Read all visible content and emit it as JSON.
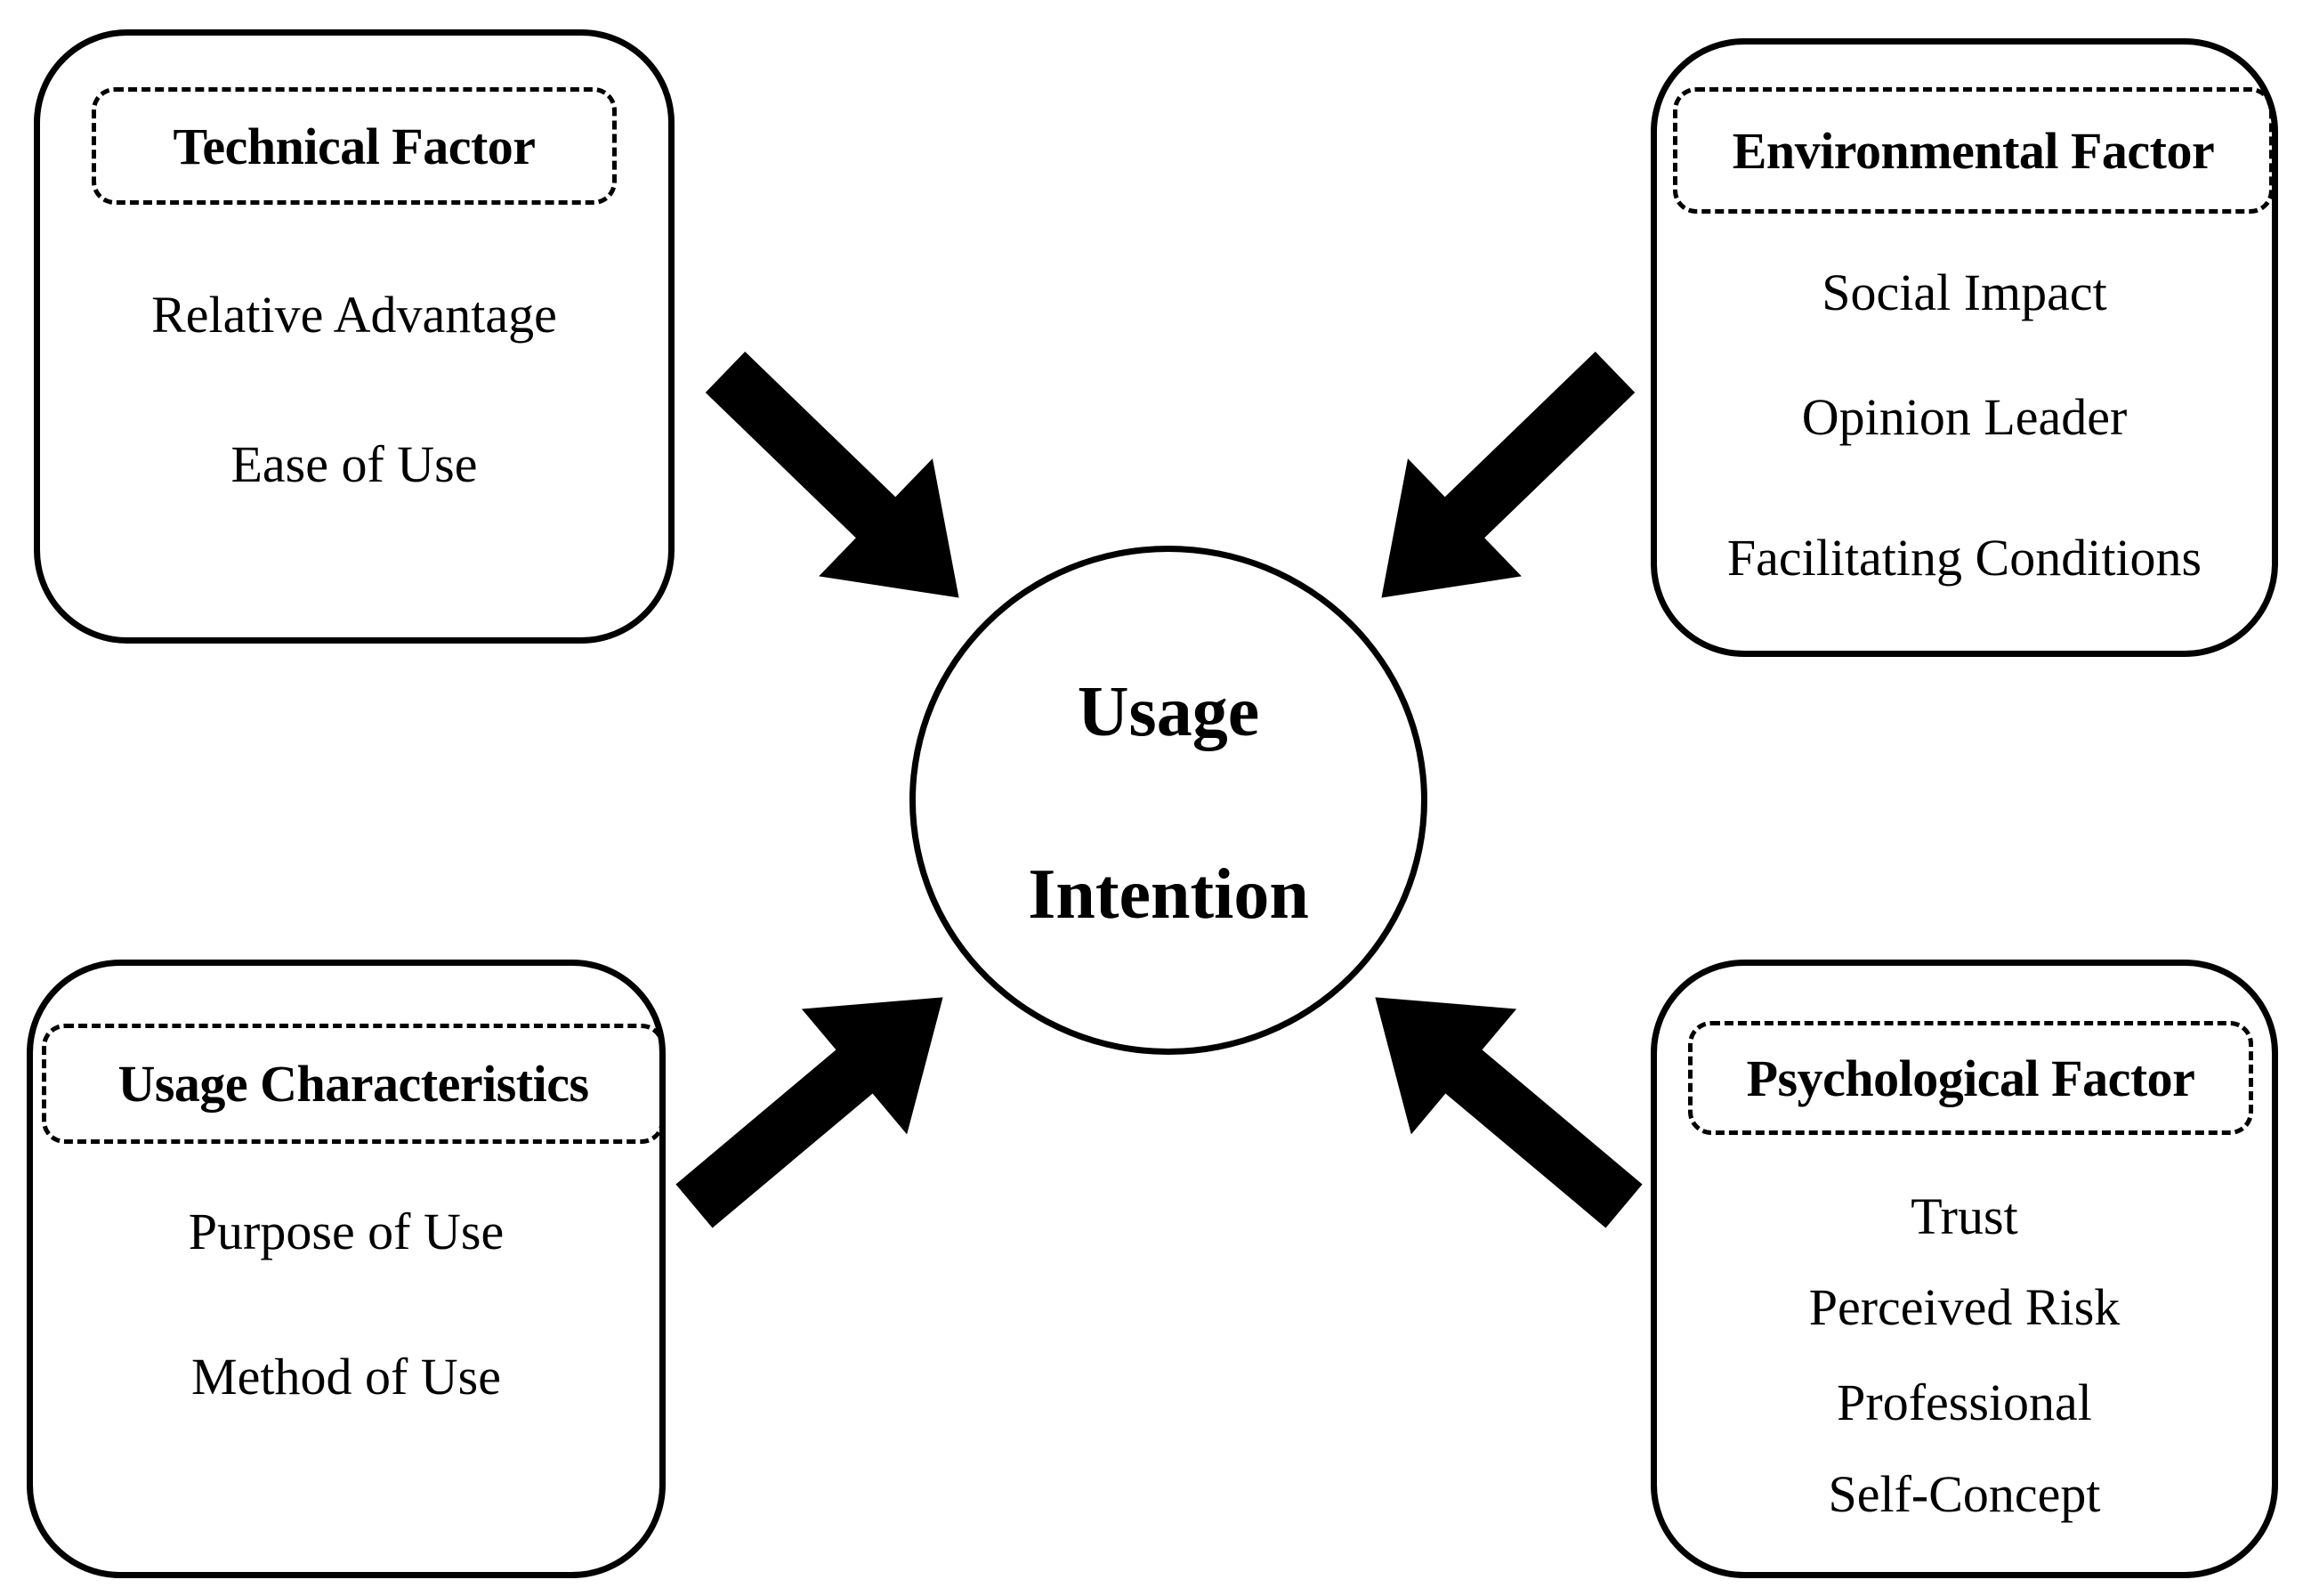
{
  "center": {
    "line1": "Usage",
    "line2": "Intention"
  },
  "technical": {
    "heading": "Technical Factor",
    "items": [
      "Relative Advantage",
      "Ease of Use"
    ]
  },
  "environmental": {
    "heading": "Environmental Factor",
    "items": [
      "Social Impact",
      "Opinion Leader",
      "Facilitating Conditions"
    ]
  },
  "usage": {
    "heading": "Usage Characteristics",
    "items": [
      "Purpose of Use",
      "Method of Use"
    ]
  },
  "psychological": {
    "heading": "Psychological Factor",
    "items": [
      "Trust",
      "Perceived Risk",
      "Professional",
      "Self-Concept"
    ]
  }
}
